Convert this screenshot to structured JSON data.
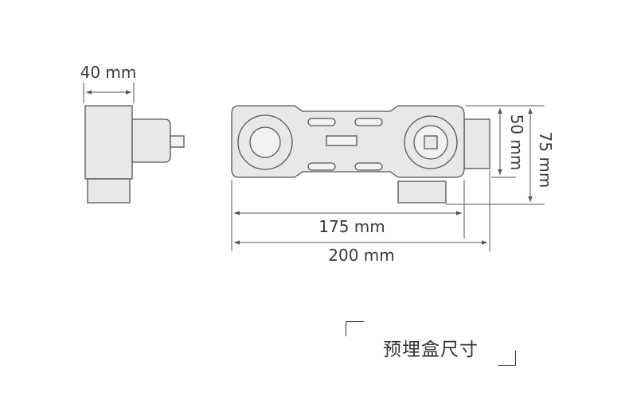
{
  "dimensions": {
    "side_width": "40 mm",
    "inner_length": "175 mm",
    "total_length": "200 mm",
    "inner_height": "50 mm",
    "total_height": "75 mm"
  },
  "caption": "预埋盒尺寸",
  "colors": {
    "line": "#555555",
    "fill": "#e8e8e8",
    "text": "#333333"
  }
}
